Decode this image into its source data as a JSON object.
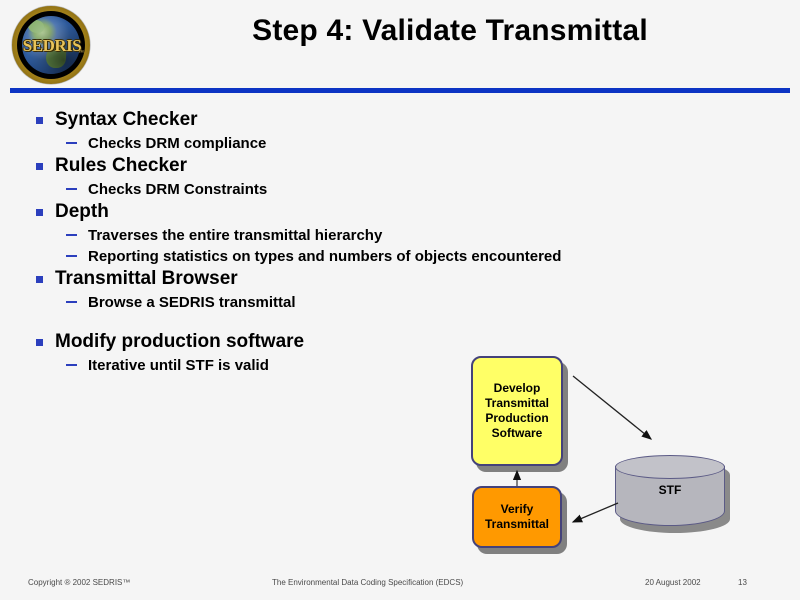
{
  "header": {
    "title": "Step 4: Validate Transmittal",
    "logo_text": "SEDRIS",
    "logo_tm": "™",
    "divider_color": "#0c34c4"
  },
  "content": {
    "items": [
      {
        "level": 1,
        "text": "Syntax Checker"
      },
      {
        "level": 2,
        "text": "Checks DRM compliance"
      },
      {
        "level": 1,
        "text": "Rules Checker"
      },
      {
        "level": 2,
        "text": "Checks DRM Constraints"
      },
      {
        "level": 1,
        "text": "Depth"
      },
      {
        "level": 2,
        "text": "Traverses the entire transmittal hierarchy"
      },
      {
        "level": 2,
        "text": "Reporting statistics on types and numbers of objects encountered"
      },
      {
        "level": 1,
        "text": "Transmittal Browser"
      },
      {
        "level": 2,
        "text": "Browse a SEDRIS transmittal"
      },
      {
        "level": 1,
        "text": "Modify production software"
      },
      {
        "level": 2,
        "text": "Iterative until STF is valid"
      }
    ],
    "bullet_color": "#2b3fbd"
  },
  "diagram": {
    "develop_node": {
      "label": "Develop Transmittal Production Software",
      "lines": [
        "Develop",
        "Transmittal",
        "Production",
        "Software"
      ],
      "fill": "#ffff66",
      "border": "#44427a"
    },
    "verify_node": {
      "label": "Verify Transmittal",
      "lines": [
        "Verify",
        "Transmittal"
      ],
      "fill": "#ff9900",
      "border": "#44427a"
    },
    "stf_node": {
      "label": "STF",
      "fill": "#b6b6bd",
      "border": "#5b5a86"
    },
    "arrows": [
      {
        "name": "develop-to-stf",
        "from": "Develop Transmittal Production Software",
        "to": "STF"
      },
      {
        "name": "stf-to-verify",
        "from": "STF",
        "to": "Verify Transmittal"
      },
      {
        "name": "verify-to-develop",
        "from": "Verify Transmittal",
        "to": "Develop Transmittal Production Software"
      }
    ]
  },
  "footer": {
    "copyright": "Copyright ® 2002 SEDRIS™",
    "center": "The Environmental Data Coding Specification (EDCS)",
    "date": "20 August 2002",
    "page_number": "13"
  }
}
